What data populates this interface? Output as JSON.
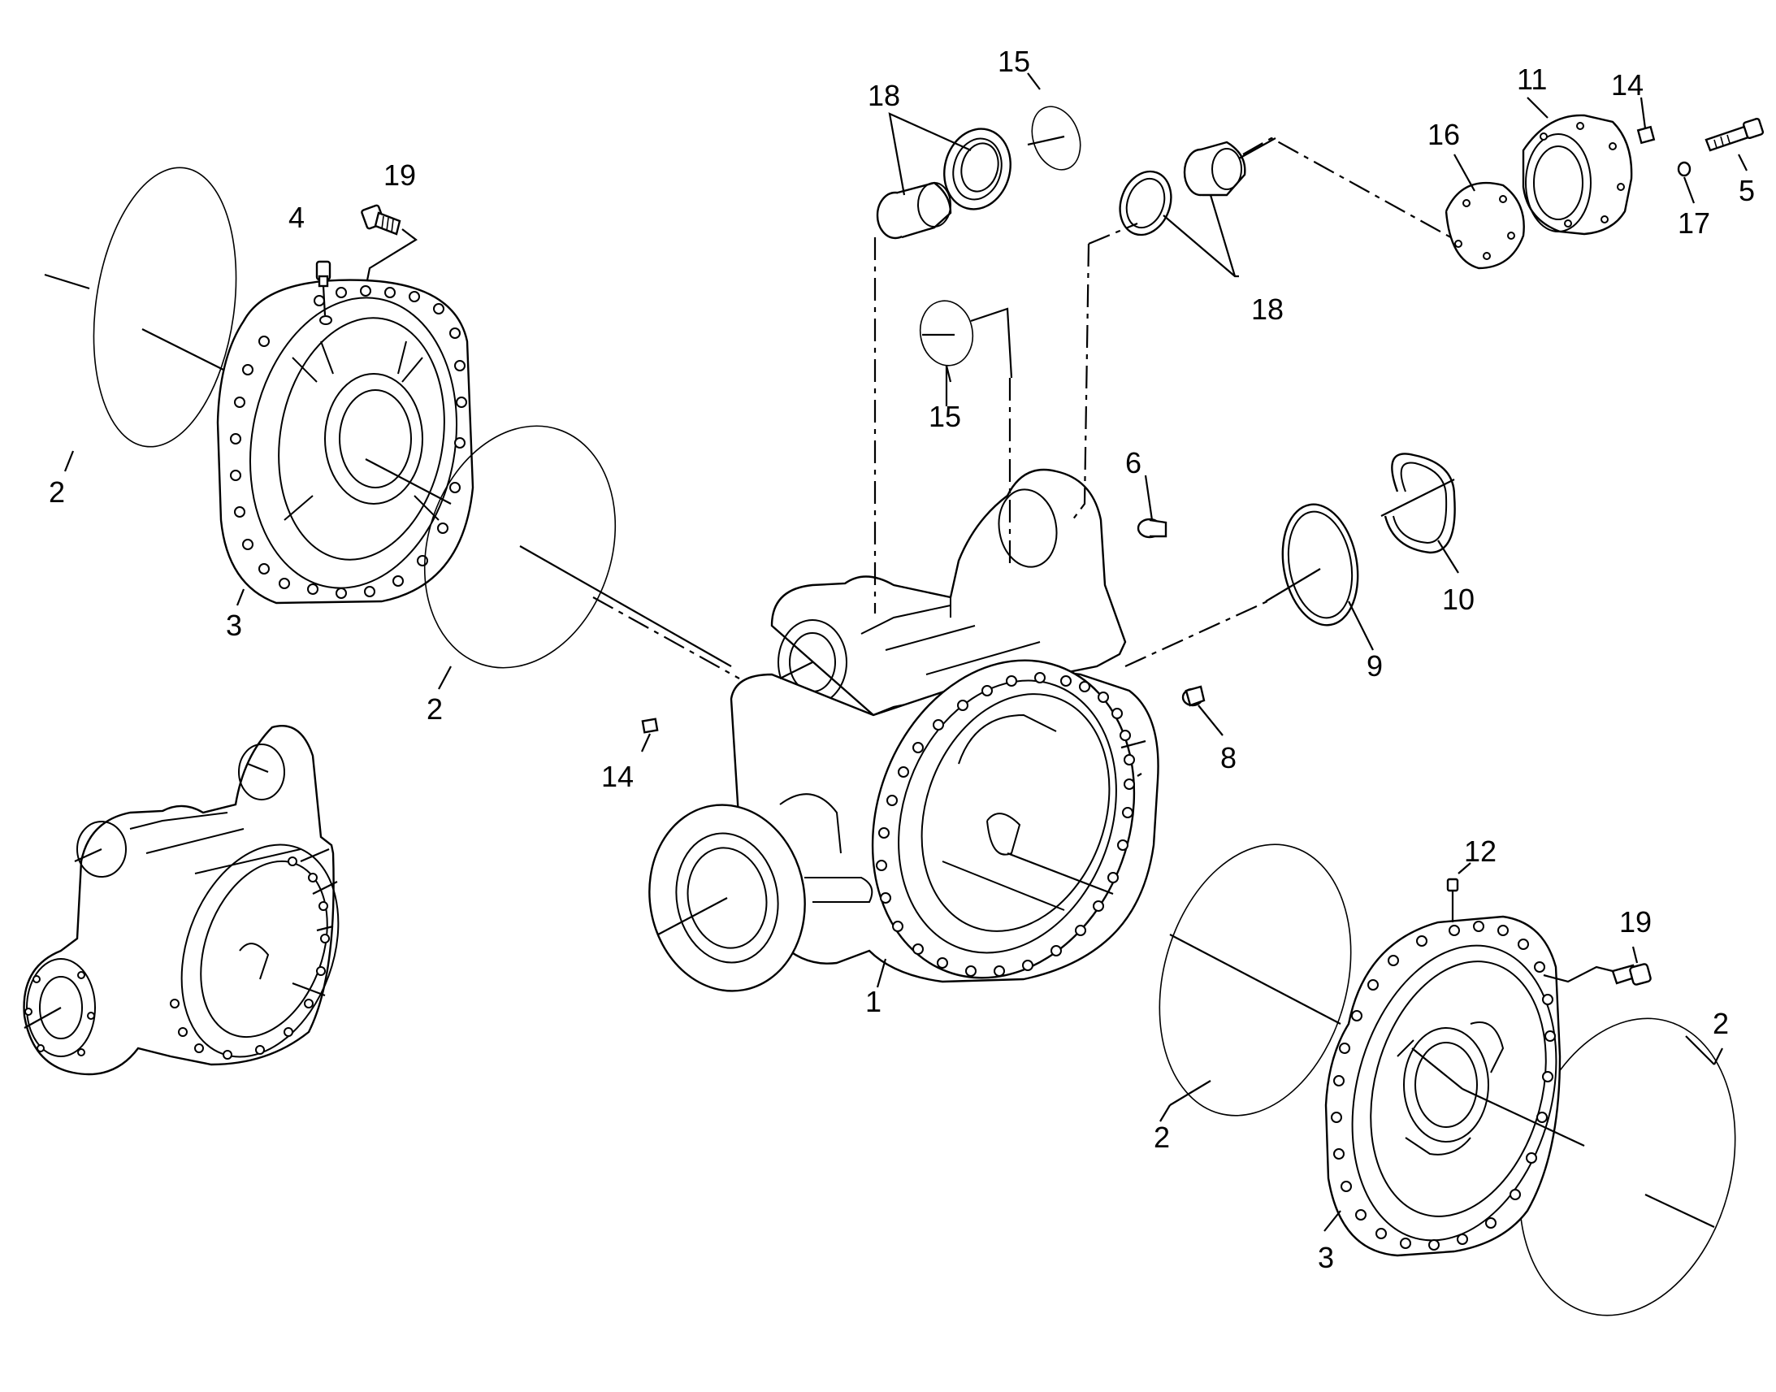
{
  "diagram": {
    "callouts": {
      "c1": "1",
      "c2a": "2",
      "c2b": "2",
      "c2c": "2",
      "c2d": "2",
      "c3a": "3",
      "c3b": "3",
      "c4": "4",
      "c5": "5",
      "c6": "6",
      "c8": "8",
      "c9": "9",
      "c10": "10",
      "c11": "11",
      "c12": "12",
      "c14a": "14",
      "c14b": "14",
      "c15a": "15",
      "c15b": "15",
      "c16": "16",
      "c17": "17",
      "c18a": "18",
      "c18b": "18",
      "c19a": "19",
      "c19b": "19"
    }
  }
}
